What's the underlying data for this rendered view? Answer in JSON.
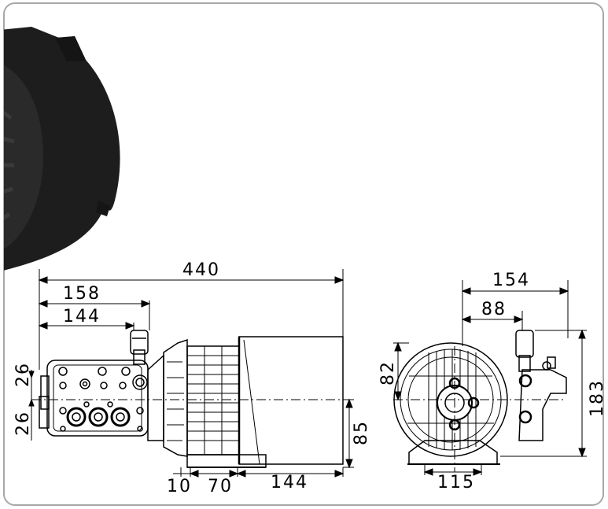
{
  "dimensions": {
    "overall_length": "440",
    "pump_length_outer": "158",
    "pump_length_inner": "144",
    "port_spacing_upper": "26",
    "port_spacing_lower": "26",
    "foot_offset": "10",
    "foot_width": "70",
    "motor_length": "144",
    "shaft_height": "85",
    "end_width": "154",
    "end_offset": "88",
    "top_height": "82",
    "total_height": "183",
    "base_width": "115"
  },
  "colors": {
    "frame": "#a8a8a8",
    "line": "#000000",
    "photo": "#1d1d1d"
  }
}
